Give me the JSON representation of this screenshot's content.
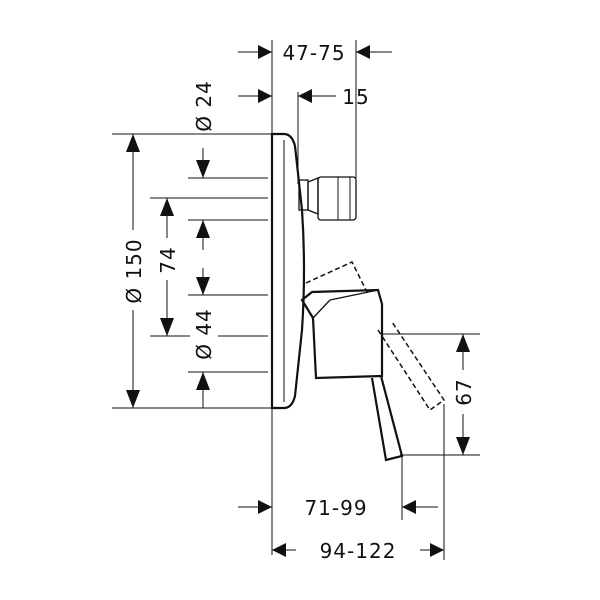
{
  "dimensions": {
    "top_depth": "47-75",
    "top_offset": "15",
    "valve_diameter": "Ø 24",
    "plate_diameter": "Ø 150",
    "inner_spacing": "74",
    "lower_diameter": "Ø 44",
    "lever_height": "67",
    "lever_reach": "71-99",
    "total_reach": "94-122"
  }
}
